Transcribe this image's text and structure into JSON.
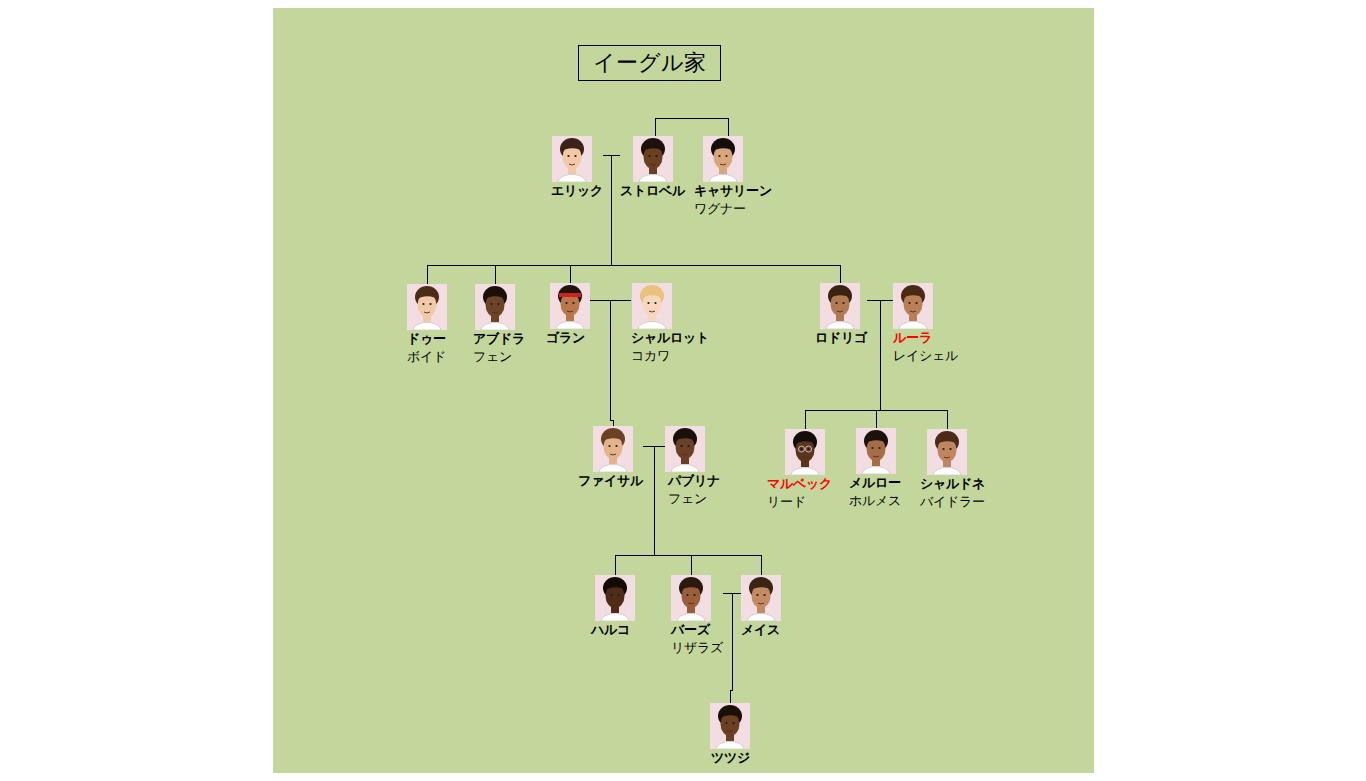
{
  "diagram": {
    "title": "イーグル家",
    "nodes": [
      {
        "text": [
          "エリック"
        ]
      },
      {
        "text": [
          "ストロベル"
        ]
      },
      {
        "text": [
          "キャサリーン",
          "ワグナー"
        ]
      },
      {
        "text": [
          "ドゥー",
          "ボイド"
        ]
      },
      {
        "text": [
          "アブドラ",
          "フェン"
        ]
      },
      {
        "text": [
          "ゴラン"
        ]
      },
      {
        "text": [
          "シャルロット",
          "コカワ"
        ]
      },
      {
        "text": [
          "ロドリゴ"
        ]
      },
      {
        "text": [
          "ルーラ",
          "レイシェル"
        ]
      },
      {
        "text": [
          "ファイサル"
        ]
      },
      {
        "text": [
          "パブリナ",
          "フェン"
        ]
      },
      {
        "text": [
          "マルベック",
          "リード"
        ]
      },
      {
        "text": [
          "メルロー",
          "ホルメス"
        ]
      },
      {
        "text": [
          "シャルドネ",
          "バイドラー"
        ]
      },
      {
        "text": [
          "ハルコ"
        ]
      },
      {
        "text": [
          "バーズ",
          "リザラズ"
        ]
      },
      {
        "text": [
          "メイス"
        ]
      },
      {
        "text": [
          "ツツジ"
        ]
      }
    ],
    "edges": [
      {
        "from": 0,
        "to": 1,
        "arrow": "none"
      },
      {
        "from": 1,
        "to": 2,
        "arrow": "none"
      },
      {
        "from": 0,
        "to": 3,
        "arrow": "none"
      },
      {
        "from": 0,
        "to": 4,
        "arrow": "none"
      },
      {
        "from": 0,
        "to": 5,
        "arrow": "none"
      },
      {
        "from": 0,
        "to": 7,
        "arrow": "none"
      },
      {
        "from": 1,
        "to": 3,
        "arrow": "none"
      },
      {
        "from": 1,
        "to": 4,
        "arrow": "none"
      },
      {
        "from": 1,
        "to": 5,
        "arrow": "none"
      },
      {
        "from": 1,
        "to": 7,
        "arrow": "none"
      },
      {
        "from": 5,
        "to": 6,
        "arrow": "none"
      },
      {
        "from": 5,
        "to": 9,
        "arrow": "none"
      },
      {
        "from": 6,
        "to": 9,
        "arrow": "none"
      },
      {
        "from": 7,
        "to": 8,
        "arrow": "none"
      },
      {
        "from": 7,
        "to": 11,
        "arrow": "none"
      },
      {
        "from": 7,
        "to": 12,
        "arrow": "none"
      },
      {
        "from": 7,
        "to": 13,
        "arrow": "none"
      },
      {
        "from": 8,
        "to": 11,
        "arrow": "none"
      },
      {
        "from": 8,
        "to": 12,
        "arrow": "none"
      },
      {
        "from": 8,
        "to": 13,
        "arrow": "none"
      },
      {
        "from": 9,
        "to": 10,
        "arrow": "none"
      },
      {
        "from": 9,
        "to": 14,
        "arrow": "none"
      },
      {
        "from": 9,
        "to": 15,
        "arrow": "none"
      },
      {
        "from": 9,
        "to": 16,
        "arrow": "none"
      },
      {
        "from": 10,
        "to": 14,
        "arrow": "none"
      },
      {
        "from": 10,
        "to": 15,
        "arrow": "none"
      },
      {
        "from": 10,
        "to": 16,
        "arrow": "none"
      },
      {
        "from": 15,
        "to": 16,
        "arrow": "none"
      },
      {
        "from": 15,
        "to": 17,
        "arrow": "none"
      },
      {
        "from": 16,
        "to": 17,
        "arrow": "none"
      }
    ]
  }
}
